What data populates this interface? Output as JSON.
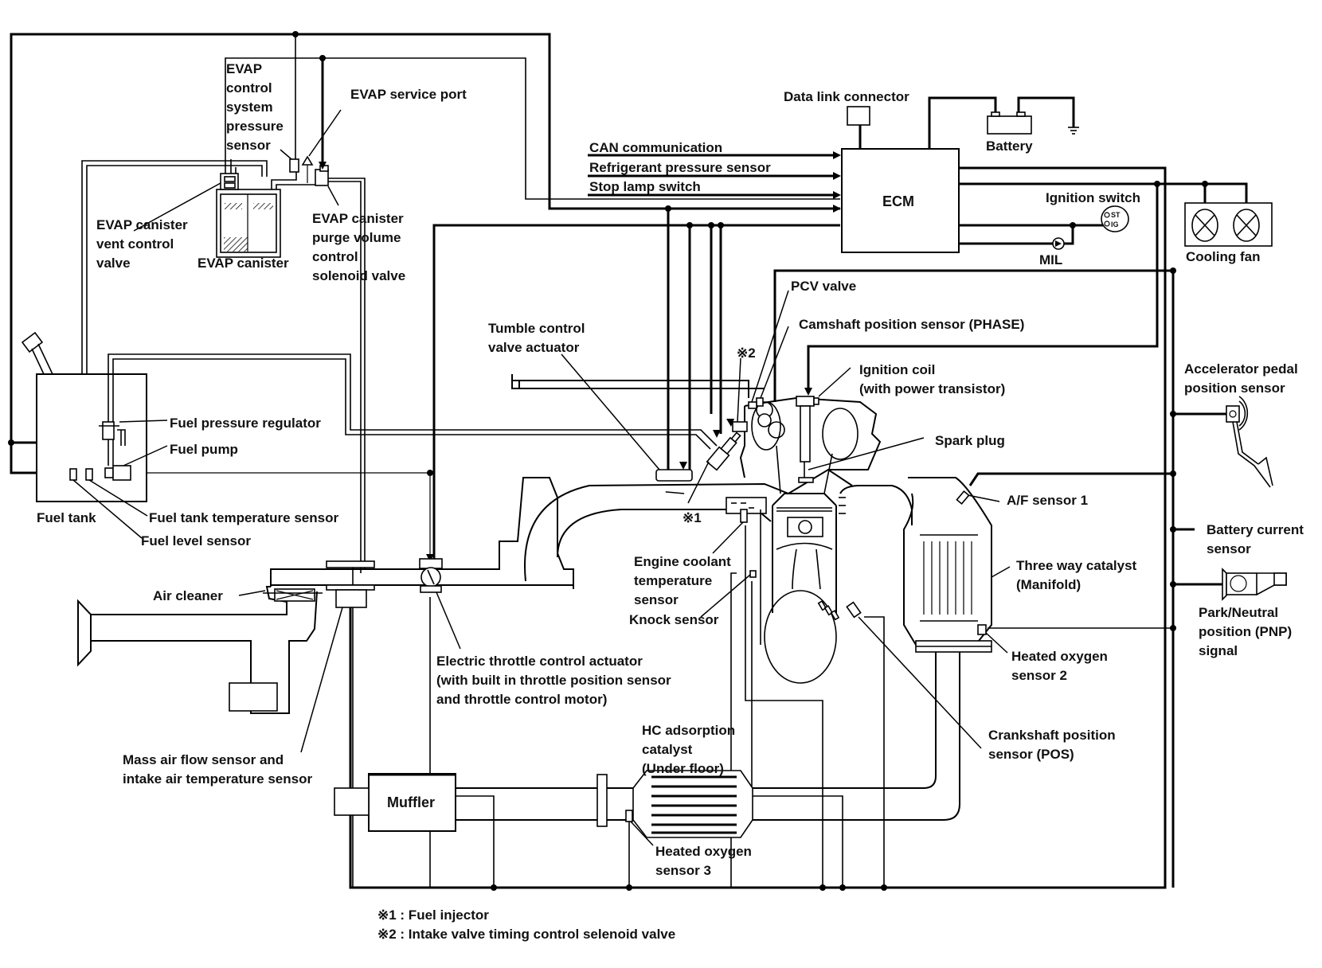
{
  "diagram": {
    "title": "Engine Control System Diagram",
    "colors": {
      "line": "#000000",
      "background": "#ffffff"
    },
    "labels": {
      "evap_pressure_sensor": [
        "EVAP",
        "control",
        "system",
        "pressure",
        "sensor"
      ],
      "evap_service_port": "EVAP service port",
      "evap_vent_valve": [
        "EVAP canister",
        "vent control",
        "valve"
      ],
      "evap_canister": "EVAP canister",
      "evap_purge_valve": [
        "EVAP canister",
        "purge volume",
        "control",
        "solenoid valve"
      ],
      "data_link_connector": "Data link connector",
      "battery": "Battery",
      "can_communication": "CAN communication",
      "refrigerant_pressure_sensor": "Refrigerant pressure sensor",
      "stop_lamp_switch": "Stop lamp switch",
      "ecm": "ECM",
      "ignition_switch": "Ignition switch",
      "ignition_switch_st": "ST",
      "ignition_switch_ig": "IG",
      "mil": "MIL",
      "cooling_fan": "Cooling fan",
      "pcv_valve": "PCV valve",
      "camshaft_sensor": "Camshaft position sensor (PHASE)",
      "tumble_valve": [
        "Tumble control",
        "valve actuator"
      ],
      "ref2": "※2",
      "ignition_coil": [
        "Ignition coil",
        "(with power transistor)"
      ],
      "accelerator_pedal": [
        "Accelerator pedal",
        "position sensor"
      ],
      "fuel_pressure_regulator": "Fuel pressure regulator",
      "fuel_pump": "Fuel pump",
      "spark_plug": "Spark plug",
      "af_sensor_1": "A/F sensor 1",
      "ref1": "※1",
      "fuel_tank": "Fuel tank",
      "fuel_tank_temp_sensor": "Fuel tank temperature sensor",
      "fuel_level_sensor": "Fuel level sensor",
      "battery_current_sensor": [
        "Battery current",
        "sensor"
      ],
      "engine_coolant_sensor": [
        "Engine coolant",
        "temperature",
        "sensor"
      ],
      "three_way_catalyst": [
        "Three way catalyst",
        "(Manifold)"
      ],
      "air_cleaner": "Air cleaner",
      "knock_sensor": "Knock sensor",
      "park_neutral": [
        "Park/Neutral",
        "position (PNP)",
        "signal"
      ],
      "heated_o2_sensor_2": [
        "Heated oxygen",
        "sensor 2"
      ],
      "throttle_actuator": [
        "Electric throttle control actuator",
        "(with built in throttle position sensor",
        "and throttle control motor)"
      ],
      "hc_catalyst": [
        "HC adsorption",
        "catalyst",
        "(Under floor)"
      ],
      "crankshaft_sensor": [
        "Crankshaft position",
        "sensor (POS)"
      ],
      "maf_sensor": [
        "Mass air flow sensor and",
        "intake air temperature sensor"
      ],
      "muffler": "Muffler",
      "heated_o2_sensor_3": [
        "Heated oxygen",
        "sensor 3"
      ]
    },
    "footnotes": [
      "※1 : Fuel injector",
      "※2 : Intake valve timing control selenoid valve"
    ]
  }
}
